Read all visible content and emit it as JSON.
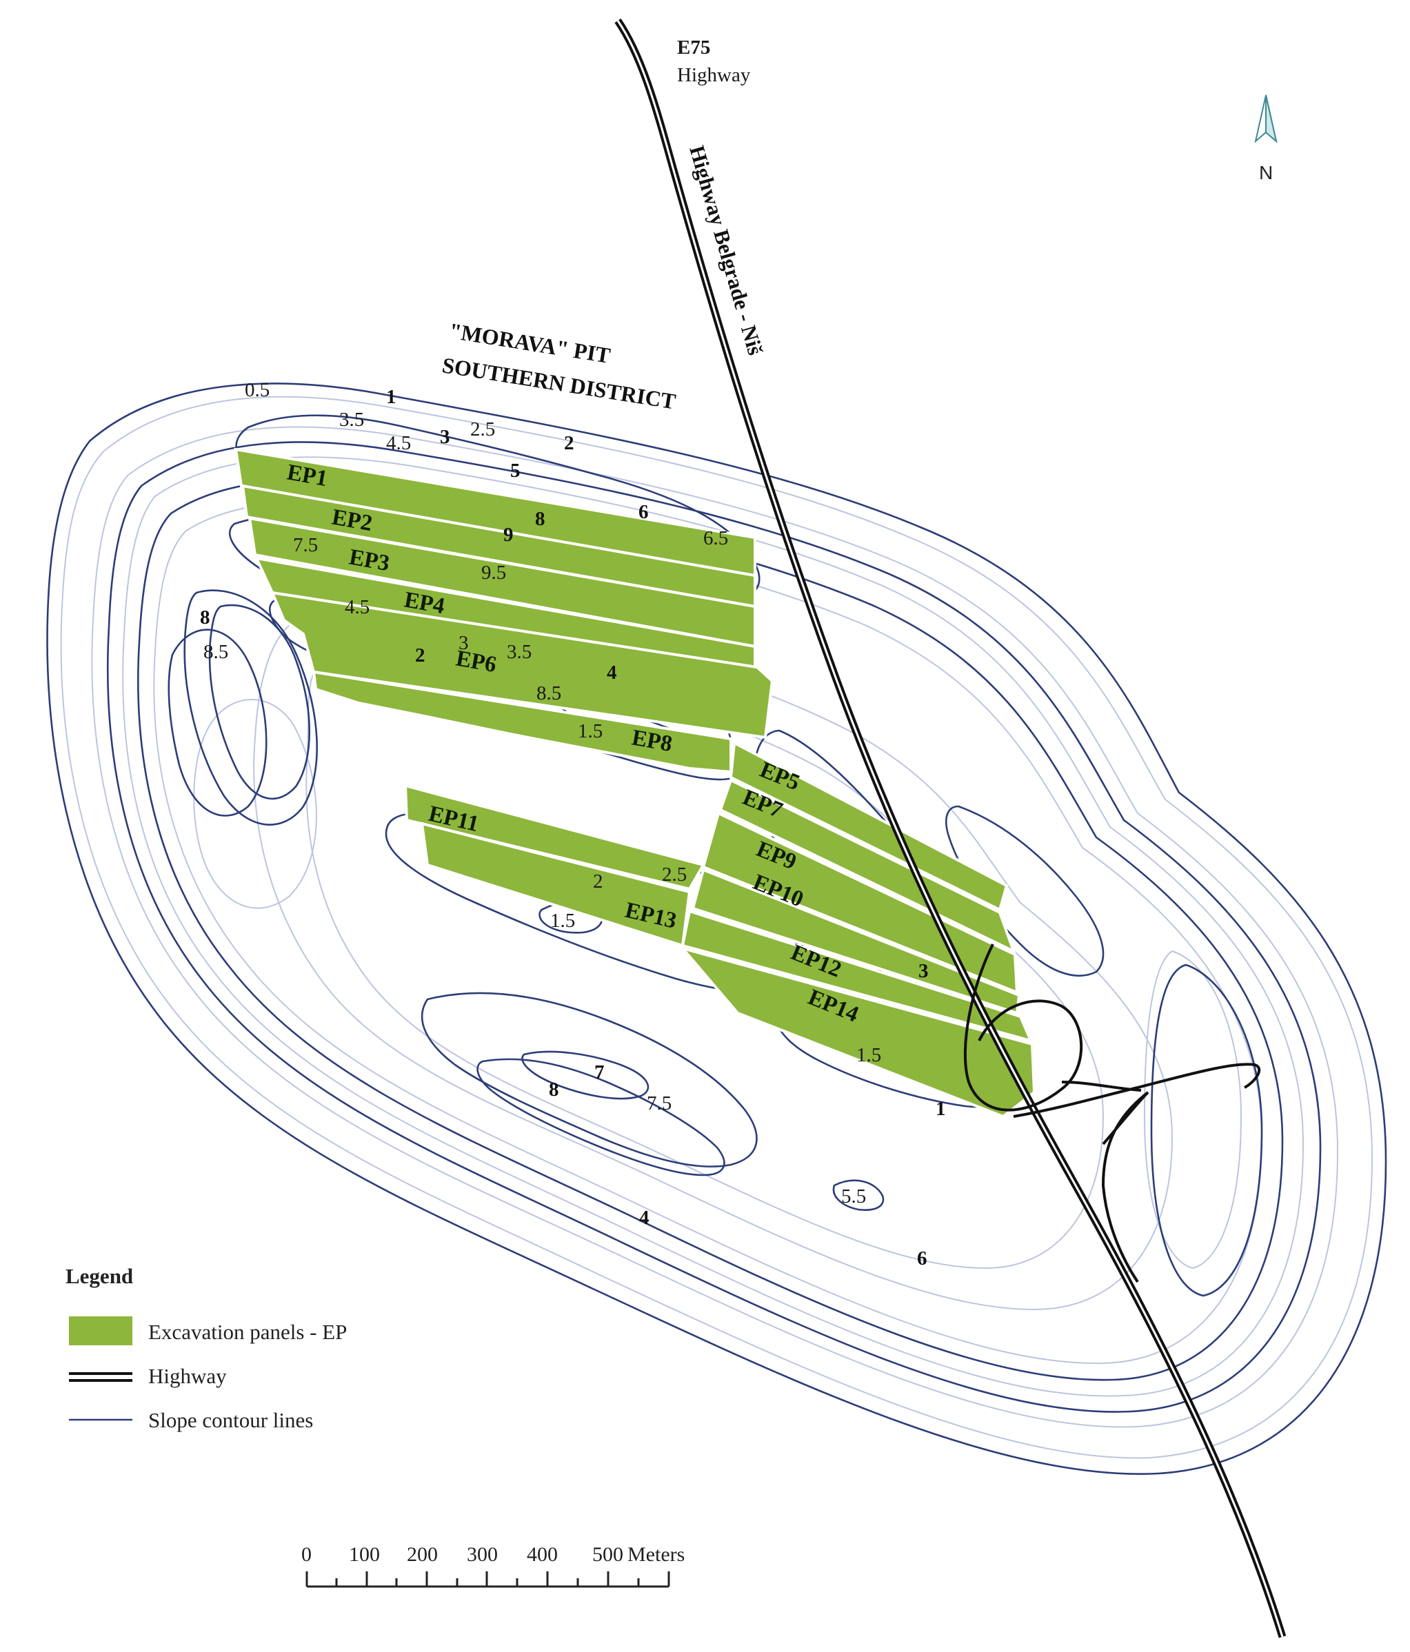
{
  "map": {
    "title_line1": "\"MORAVA\" PIT",
    "title_line2": "SOUTHERN DISTRICT",
    "highway_code": "E75",
    "highway_word": "Highway",
    "highway_route": "Highway Belgrade - Niš",
    "north_label": "N",
    "colors": {
      "panel": "#8db63c",
      "contour_dark": "#2c3d78",
      "contour_light": "#bcc5df",
      "highway": "#111111",
      "north_arrow": "#3f8a93"
    },
    "panels": [
      "EP1",
      "EP2",
      "EP3",
      "EP4",
      "EP5",
      "EP6",
      "EP7",
      "EP8",
      "EP9",
      "EP10",
      "EP11",
      "EP12",
      "EP13",
      "EP14"
    ],
    "contour_labels": [
      "0.5",
      "1",
      "3.5",
      "4.5",
      "3",
      "2.5",
      "2",
      "5",
      "8",
      "6",
      "6.5",
      "9",
      "7.5",
      "9.5",
      "4.5",
      "8",
      "8.5",
      "2",
      "3",
      "3.5",
      "4",
      "8.5",
      "1.5",
      "2",
      "2.5",
      "1.5",
      "3",
      "1.5",
      "1",
      "7",
      "8",
      "7.5",
      "5.5",
      "4",
      "6"
    ]
  },
  "legend": {
    "title": "Legend",
    "items": [
      {
        "label": "Excavation panels - EP"
      },
      {
        "label": "Highway"
      },
      {
        "label": "Slope contour lines"
      }
    ]
  },
  "scale_bar": {
    "ticks": [
      "0",
      "100",
      "200",
      "300",
      "400",
      "500"
    ],
    "unit": "Meters"
  }
}
